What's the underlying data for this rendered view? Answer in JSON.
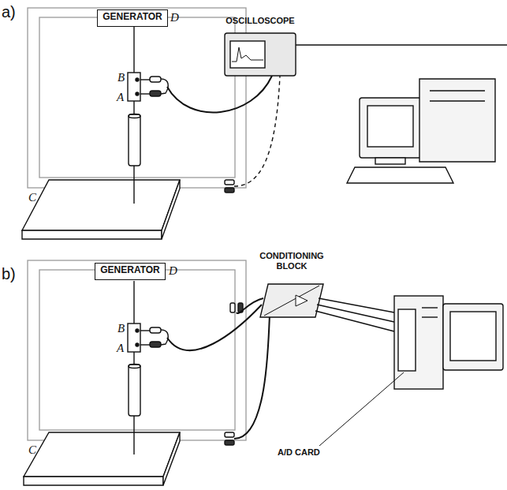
{
  "diagram": {
    "nodes": [
      {
        "text": [
          "GENERATOR"
        ]
      },
      {
        "text": [
          "OSCILLOSCOPE"
        ]
      },
      {
        "text": [
          "GENERATOR"
        ]
      },
      {
        "text": [
          "CONDITIONING BLOCK"
        ]
      }
    ],
    "labels": [
      "a)",
      "D",
      "B",
      "A",
      "C",
      "b)",
      "D",
      "B",
      "A",
      "C",
      "A/D CARD"
    ]
  }
}
